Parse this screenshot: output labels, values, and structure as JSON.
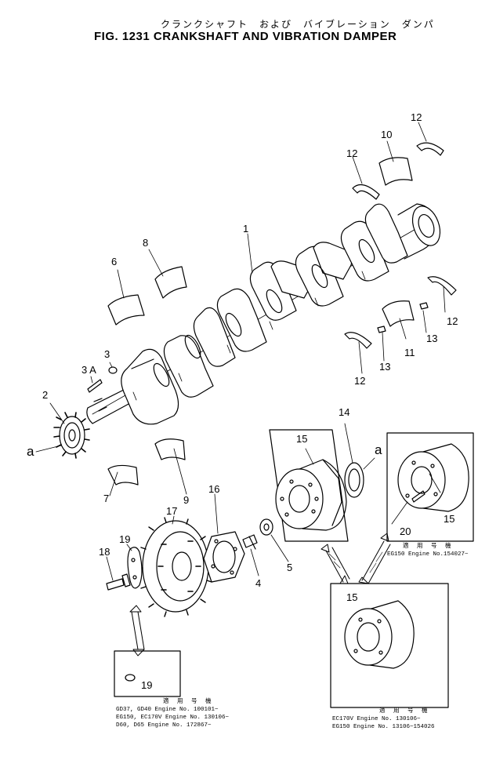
{
  "figure": {
    "jp_title": "クランクシャフト　および　バイブレーション　ダンパ",
    "title": "FIG. 1231   CRANKSHAFT AND VIBRATION DAMPER"
  },
  "callouts": [
    "1",
    "2",
    "3",
    "3 A",
    "4",
    "5",
    "6",
    "7",
    "8",
    "9",
    "10",
    "11",
    "12",
    "12",
    "12",
    "12",
    "13",
    "13",
    "14",
    "15",
    "15",
    "15",
    "16",
    "17",
    "18",
    "19",
    "19",
    "20"
  ],
  "view_markers": [
    "a",
    "a"
  ],
  "notes": {
    "lower_left": {
      "header": "適 用 号 機",
      "lines": [
        "GD37, GD40  Engine No. 100101~",
        "EG150, EC170V Engine No. 130106~",
        "D60, D65  Engine No. 172867~"
      ]
    },
    "lower_right": {
      "header": "適 用 号 機",
      "lines": [
        "EC170V Engine No. 130106~",
        "EG150  Engine No. 13106~154026"
      ]
    },
    "upper_right": {
      "header": "適 用 号 機",
      "lines": [
        "EG150 Engine No.154027~"
      ]
    }
  }
}
